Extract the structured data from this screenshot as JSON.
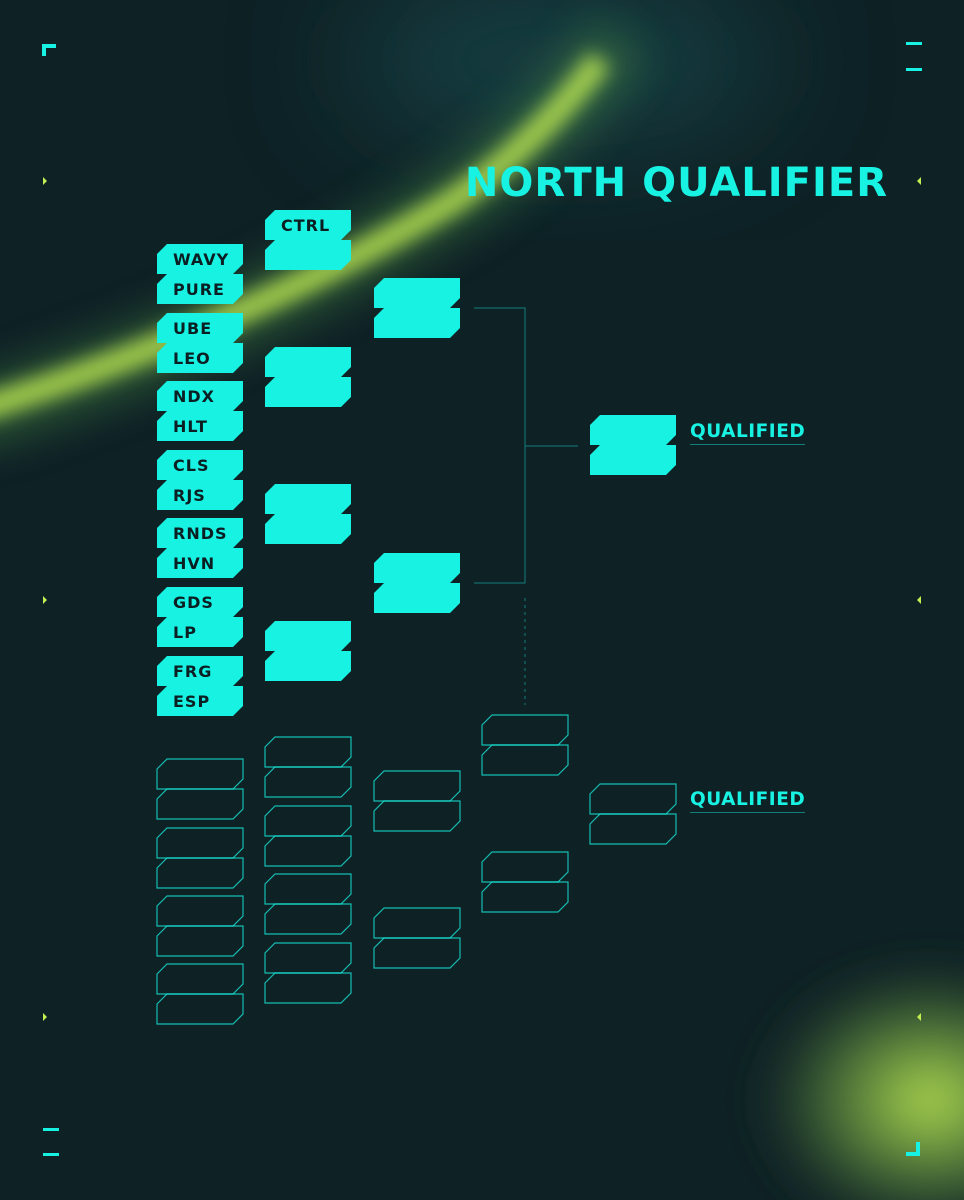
{
  "title": "NORTH QUALIFIER",
  "colors": {
    "background": "#0e2125",
    "accent": "#18f2e2",
    "glow": "#c4ef52",
    "text_on_slot": "#0b1e22"
  },
  "upper_bracket": {
    "round1": [
      [
        "WAVY",
        "PURE"
      ],
      [
        "UBE",
        "LEO"
      ],
      [
        "NDX",
        "HLT"
      ],
      [
        "CLS",
        "RJS"
      ],
      [
        "RNDS",
        "HVN"
      ],
      [
        "GDS",
        "LP"
      ],
      [
        "FRG",
        "ESP"
      ]
    ],
    "round2": [
      [
        "CTRL",
        ""
      ],
      [
        "",
        ""
      ],
      [
        "",
        ""
      ],
      [
        "",
        ""
      ]
    ],
    "round3": [
      [
        "",
        ""
      ],
      [
        "",
        ""
      ]
    ],
    "final": [
      "",
      ""
    ],
    "result_label": "QUALIFIED"
  },
  "lower_bracket": {
    "result_label": "QUALIFIED"
  }
}
